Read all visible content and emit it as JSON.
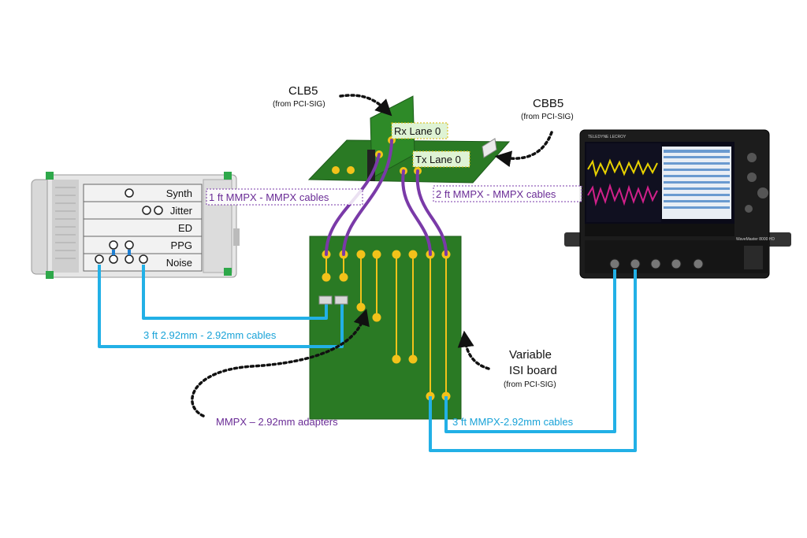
{
  "labels": {
    "clb5": "CLB5",
    "clb5_src": "(from PCI-SIG)",
    "cbb5": "CBB5",
    "cbb5_src": "(from PCI-SIG)",
    "rx_lane": "Rx Lane 0",
    "tx_lane": "Tx Lane 0",
    "mmpx_1ft": "1 ft MMPX - MMPX cables",
    "mmpx_2ft": "2 ft MMPX - MMPX cables",
    "cable_292": "3 ft 2.92mm - 2.92mm cables",
    "adapters": "MMPX – 2.92mm adapters",
    "isi_line1": "Variable",
    "isi_line2": "ISI board",
    "isi_src": "(from PCI-SIG)",
    "mmpx_292_3ft": "3 ft MMPX-2.92mm cables"
  },
  "instrument_slots": [
    "Synth",
    "Jitter",
    "ED",
    "PPG",
    "Noise"
  ],
  "scope": {
    "brand": "TELEDYNE LECROY",
    "model": "WaveMaster 8000 HD"
  },
  "colors": {
    "purple_cable": "#7a3aa8",
    "blue_cable": "#22b0e6",
    "board_green": "#2a7a24",
    "pad_yellow": "#f2c21a"
  }
}
